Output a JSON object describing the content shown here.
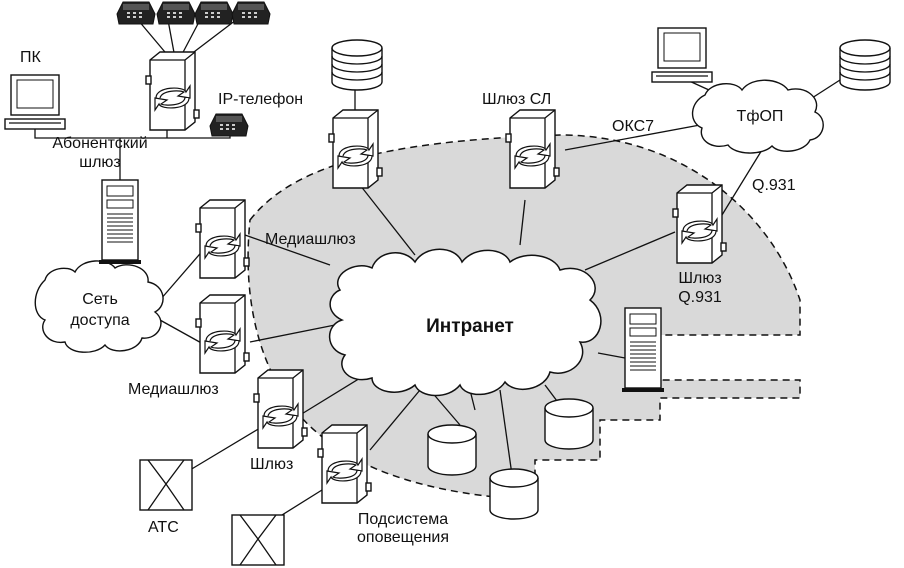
{
  "colors": {
    "ring_fill": "#d9d9d9",
    "stroke": "#111111",
    "background": "#ffffff"
  },
  "labels": {
    "pc": "ПК",
    "subscriber_gateway_line1": "Абонентский",
    "subscriber_gateway_line2": "шлюз",
    "ip_phone": "IP-телефон",
    "media_gateway_top": "Медиашлюз",
    "media_gateway_bottom": "Медиашлюз",
    "access_net_line1": "Сеть",
    "access_net_line2": "доступа",
    "intranet": "Интранет",
    "sl_gateway": "Шлюз СЛ",
    "oks7": "ОКС7",
    "pstn": "ТфОП",
    "q931": "Q.931",
    "q931_gateway_line1": "Шлюз",
    "q931_gateway_line2": "Q.931",
    "gateway": "Шлюз",
    "ats": "АТС",
    "alert_line1": "Подсистема",
    "alert_line2": "оповещения"
  },
  "icons": [
    "phone-icon",
    "pc-icon",
    "server-tower-icon",
    "database-icon",
    "gateway-icon",
    "switch-icon",
    "cloud-icon"
  ]
}
